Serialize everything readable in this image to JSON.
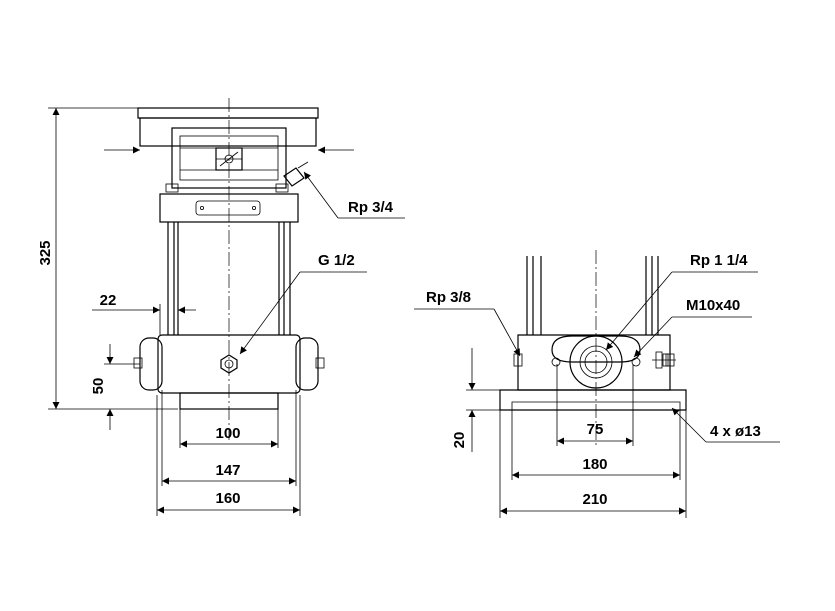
{
  "front_view": {
    "dim_height_325": "325",
    "dim_22": "22",
    "dim_50": "50",
    "dim_100": "100",
    "dim_147": "147",
    "dim_160": "160",
    "label_rp34": "Rp 3/4",
    "label_g12": "G 1/2"
  },
  "side_view": {
    "label_rp38": "Rp 3/8",
    "label_rp114": "Rp 1 1/4",
    "label_m10x40": "M10x40",
    "label_holes": "4 x ø13",
    "dim_20": "20",
    "dim_75": "75",
    "dim_180": "180",
    "dim_210": "210"
  }
}
